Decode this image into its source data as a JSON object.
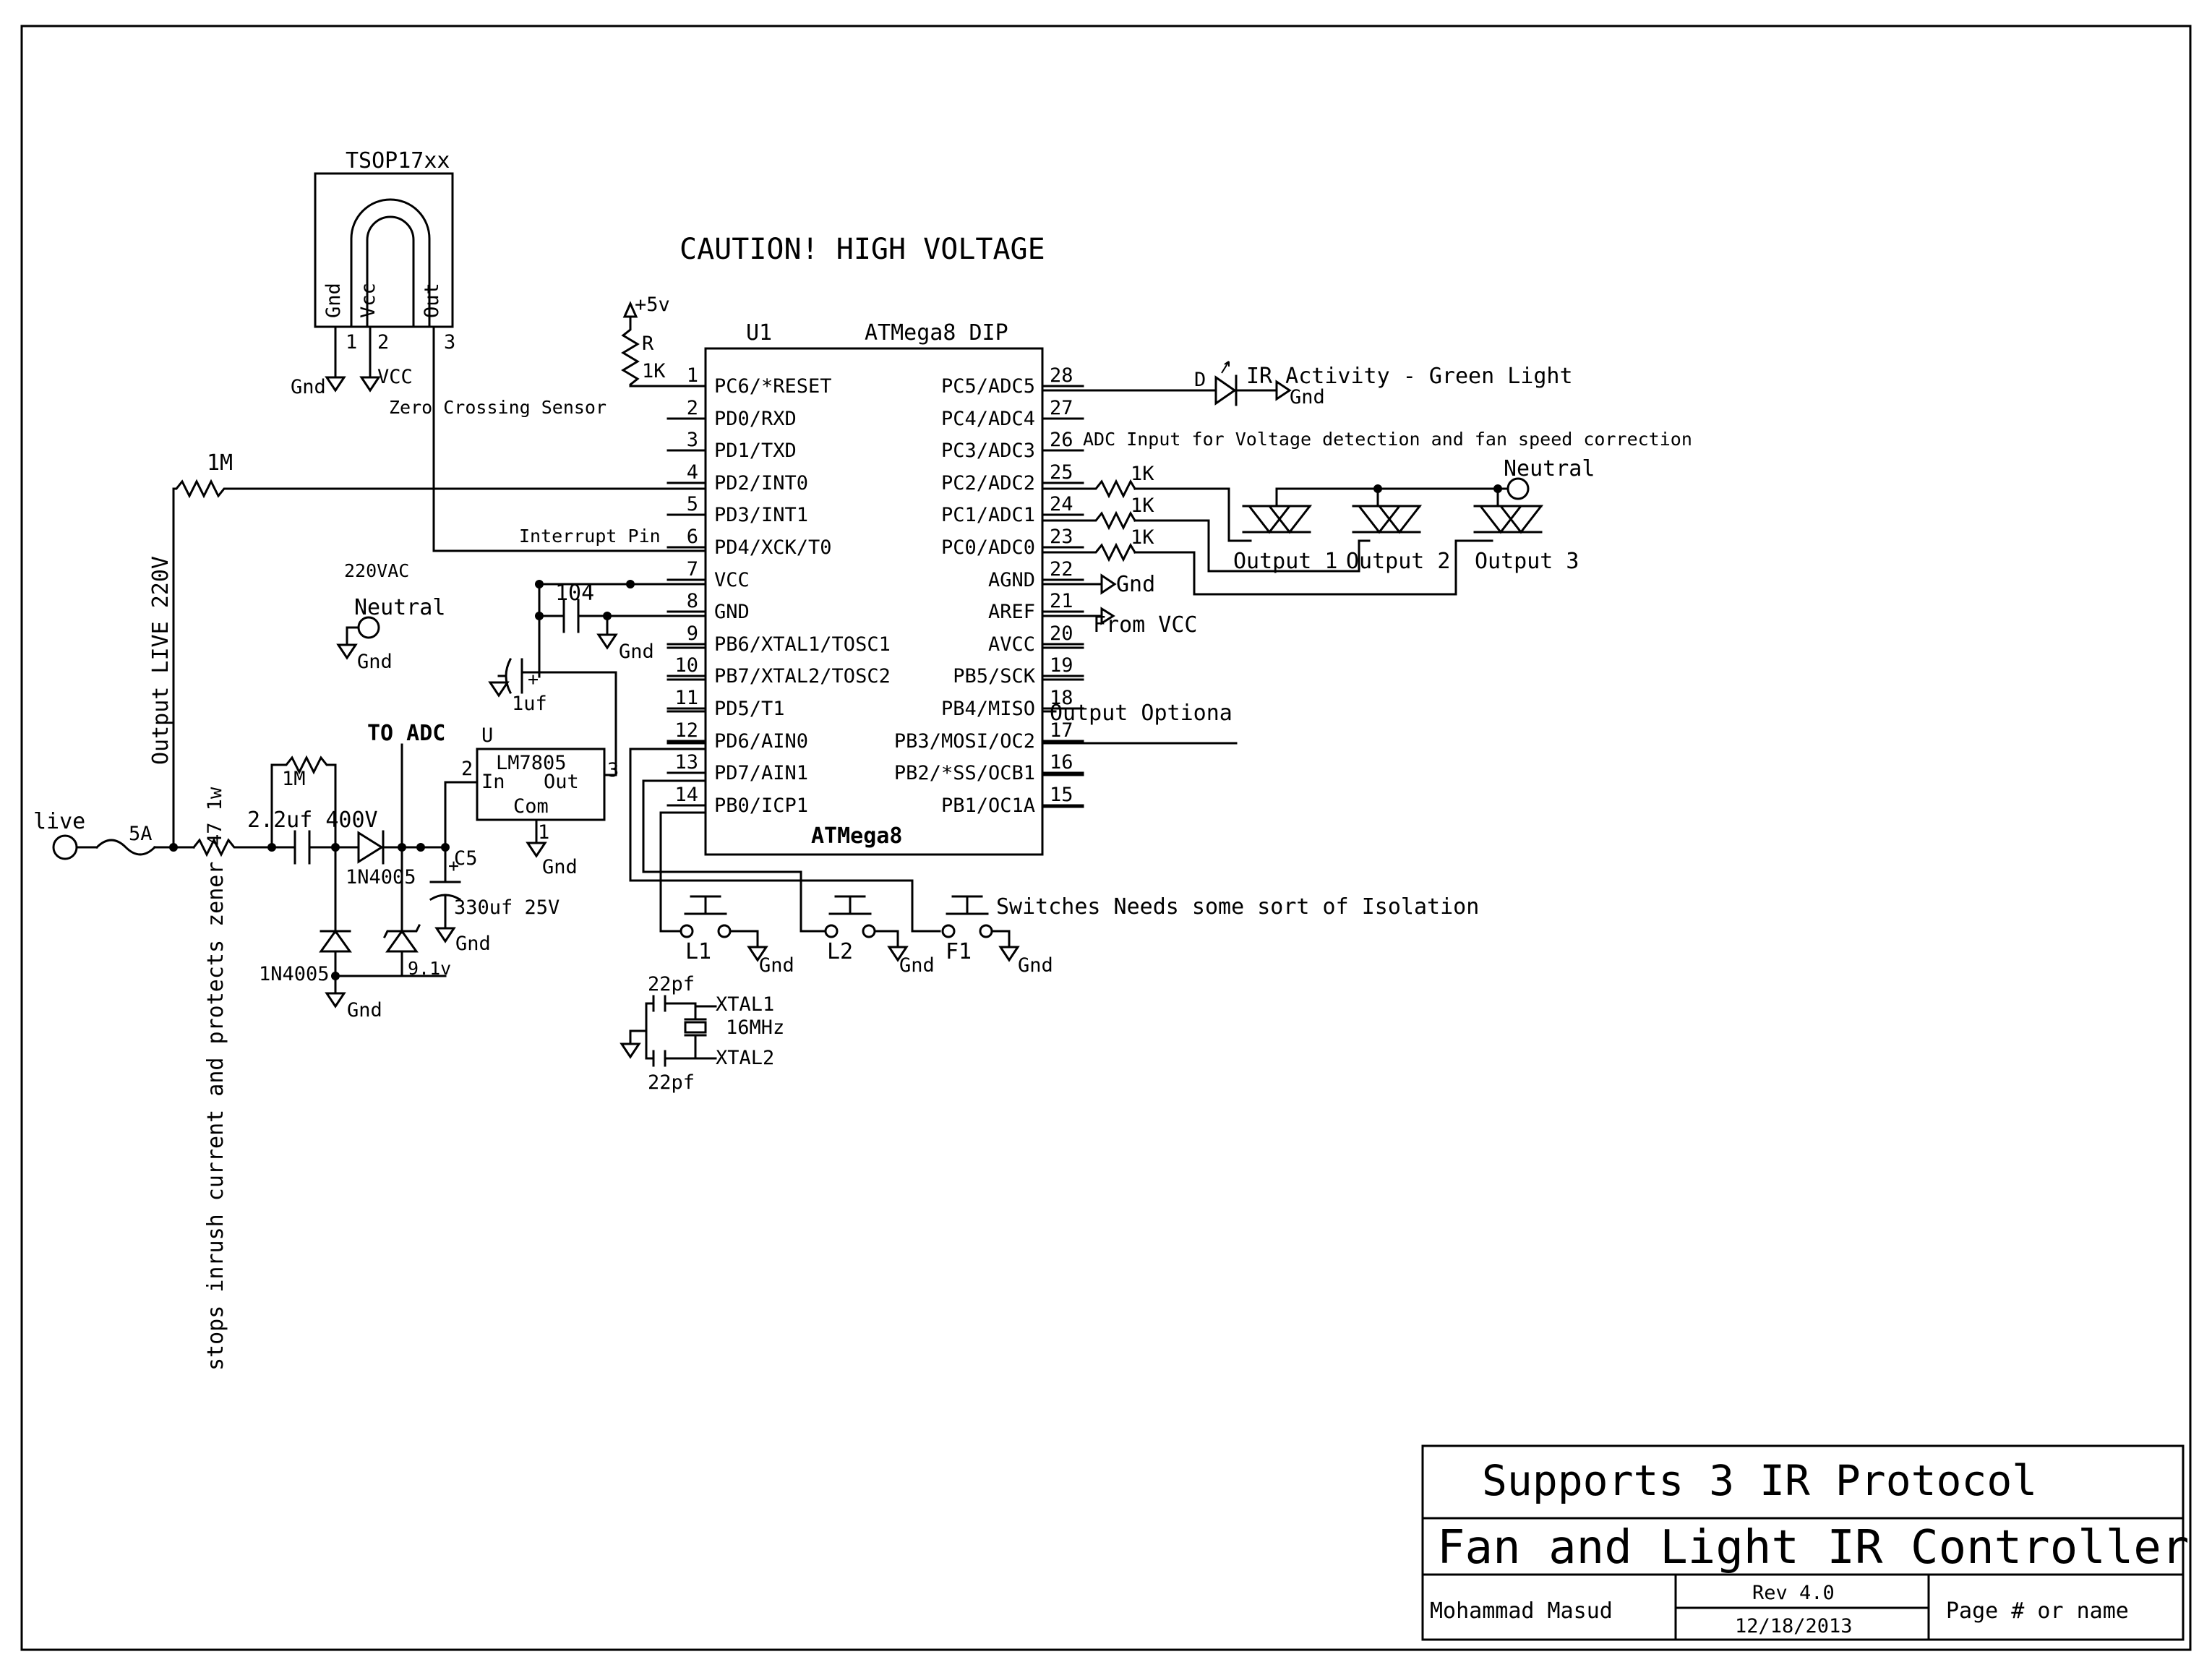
{
  "caution": "CAUTION! HIGH VOLTAGE",
  "ir_receiver": {
    "name": "TSOP17xx",
    "pins": [
      "Gnd",
      "Vcc",
      "Out"
    ],
    "pin_numbers": [
      "1",
      "2",
      "3"
    ],
    "gnd_label": "Gnd",
    "vcc_label": "VCC"
  },
  "zero_crossing_label": "Zero Crossing Sensor",
  "interrupt_label": "Interrupt Pin",
  "supply_label": "+5v",
  "reset_resistor": {
    "name": "R",
    "value": "1K"
  },
  "mcu": {
    "ref": "U1",
    "name": "ATMega8 DIP",
    "body_label": "ATMega8",
    "left_pins": [
      {
        "num": "1",
        "name": "PC6/*RESET"
      },
      {
        "num": "2",
        "name": "PD0/RXD"
      },
      {
        "num": "3",
        "name": "PD1/TXD"
      },
      {
        "num": "4",
        "name": "PD2/INT0"
      },
      {
        "num": "5",
        "name": "PD3/INT1"
      },
      {
        "num": "6",
        "name": "PD4/XCK/T0"
      },
      {
        "num": "7",
        "name": "VCC"
      },
      {
        "num": "8",
        "name": "GND"
      },
      {
        "num": "9",
        "name": "PB6/XTAL1/TOSC1"
      },
      {
        "num": "10",
        "name": "PB7/XTAL2/TOSC2"
      },
      {
        "num": "11",
        "name": "PD5/T1"
      },
      {
        "num": "12",
        "name": "PD6/AIN0"
      },
      {
        "num": "13",
        "name": "PD7/AIN1"
      },
      {
        "num": "14",
        "name": "PB0/ICP1"
      }
    ],
    "right_pins": [
      {
        "num": "28",
        "name": "PC5/ADC5"
      },
      {
        "num": "27",
        "name": "PC4/ADC4"
      },
      {
        "num": "26",
        "name": "PC3/ADC3"
      },
      {
        "num": "25",
        "name": "PC2/ADC2"
      },
      {
        "num": "24",
        "name": "PC1/ADC1"
      },
      {
        "num": "23",
        "name": "PC0/ADC0"
      },
      {
        "num": "22",
        "name": "AGND"
      },
      {
        "num": "21",
        "name": "AREF"
      },
      {
        "num": "20",
        "name": "AVCC"
      },
      {
        "num": "19",
        "name": "PB5/SCK"
      },
      {
        "num": "18",
        "name": "PB4/MISO"
      },
      {
        "num": "17",
        "name": "PB3/MOSI/OC2"
      },
      {
        "num": "16",
        "name": "PB2/*SS/OCB1"
      },
      {
        "num": "15",
        "name": "PB1/OC1A"
      }
    ]
  },
  "led": {
    "ref": "D",
    "label": "IR Activity - Green Light",
    "gnd": "Gnd"
  },
  "adc_note": "ADC Input for Voltage detection and fan speed correction",
  "gate_resistors": [
    "1K",
    "1K",
    "1K"
  ],
  "neutral_label": "Neutral",
  "outputs": [
    "Output 1",
    "Output 2",
    "Output 3"
  ],
  "agnd_label": "Gnd",
  "aref_label": "From VCC",
  "pin18_label": "Output Optiona",
  "decoupling": {
    "value": "104",
    "gnd": "Gnd"
  },
  "cap_1uf": "1uf",
  "vac_label": "220VAC",
  "neutral_ground": {
    "label": "Neutral",
    "gnd": "Gnd"
  },
  "live_output_label": "Output LIVE 220V",
  "live_label": "live",
  "fuse": "5A",
  "series_resistor": "47 1w",
  "bleed_resistor": "1M",
  "sense_resistor": "1M",
  "dropper_cap": "2.2uf 400V",
  "to_adc": "TO ADC",
  "regulator": {
    "ref": "U",
    "name": "LM7805",
    "in": "In",
    "out": "Out",
    "com": "Com",
    "pin_in": "2",
    "pin_out": "3",
    "pin_com": "1",
    "gnd": "Gnd"
  },
  "diode_top": "1N4005",
  "diode_bottom": "1N4005",
  "zener": "9.1v",
  "bulk_cap": {
    "ref": "C5",
    "value": "330uf 25V",
    "gnd": "Gnd"
  },
  "rect_gnd": "Gnd",
  "inrush_note": "stops inrush current and protects zener",
  "switches": [
    {
      "ref": "L1",
      "gnd": "Gnd"
    },
    {
      "ref": "L2",
      "gnd": "Gnd"
    },
    {
      "ref": "F1",
      "gnd": "Gnd"
    }
  ],
  "switch_note": "Switches Needs some sort of  Isolation",
  "crystal": {
    "cap_top": "22pf",
    "cap_bottom": "22pf",
    "pin1": "XTAL1",
    "freq": "16MHz",
    "pin2": "XTAL2"
  },
  "title_block": {
    "line1": "Supports 3 IR Protocol",
    "line2": "Fan and Light IR Controller",
    "author": "Mohammad Masud",
    "rev": "Rev 4.0",
    "date": "12/18/2013",
    "page": "Page # or name"
  }
}
